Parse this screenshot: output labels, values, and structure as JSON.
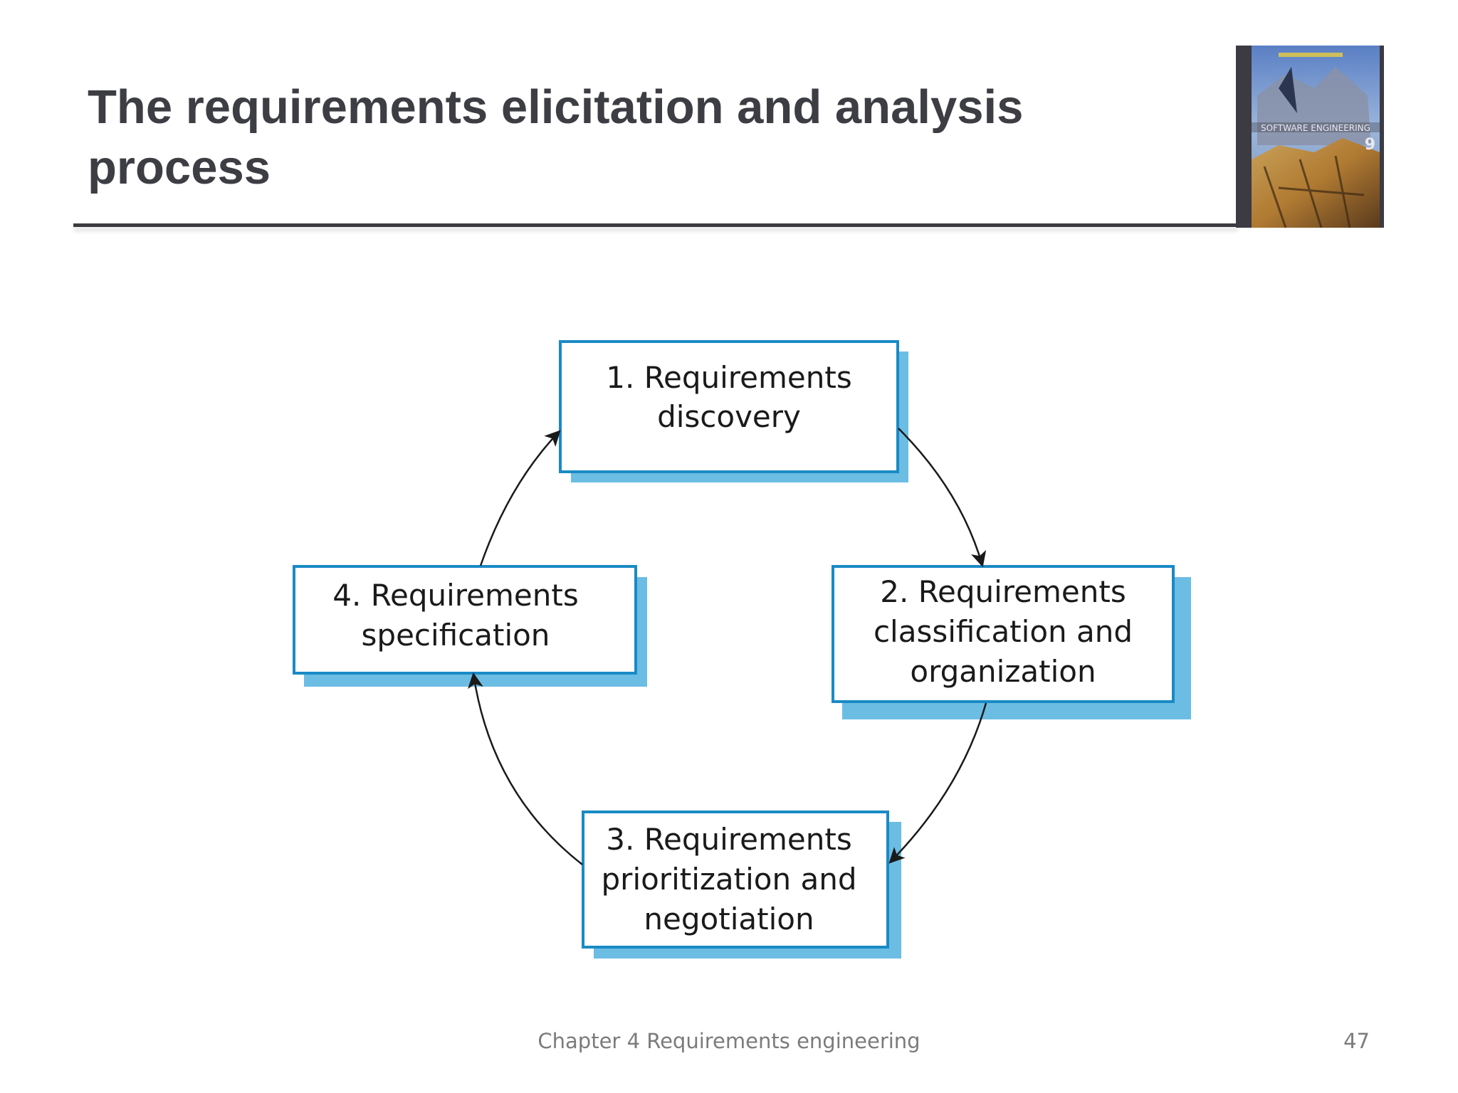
{
  "slide": {
    "title_line1": "The requirements elicitation and analysis",
    "title_line2": "process",
    "footer": "Chapter 4 Requirements engineering",
    "page_number": "47"
  },
  "book_cover": {
    "caption": "SOFTWARE ENGINEERING",
    "edition": "9"
  },
  "diagram": {
    "steps": [
      {
        "line1": "1. Requirements",
        "line2": "discovery",
        "line3": ""
      },
      {
        "line1": "2. Requirements",
        "line2": "classification and",
        "line3": "organization"
      },
      {
        "line1": "3. Requirements",
        "line2": "prioritization and",
        "line3": "negotiation"
      },
      {
        "line1": "4. Requirements",
        "line2": "specification",
        "line3": ""
      }
    ]
  },
  "colors": {
    "title": "#3d3d44",
    "box_border": "#1a8ac6",
    "box_shadow": "#6cbde3",
    "arrow": "#1a1a1a",
    "footer": "#7b7b7b"
  }
}
